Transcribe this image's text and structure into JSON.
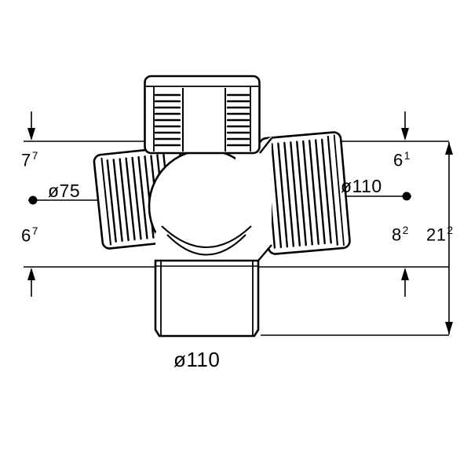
{
  "colors": {
    "line": "#000000",
    "background": "#ffffff"
  },
  "dimensions": {
    "top_left": {
      "value": "7",
      "sup": "7"
    },
    "left_diameter": "ø75",
    "bottom_left": {
      "value": "6",
      "sup": "7"
    },
    "top_right": {
      "value": "6",
      "sup": "1"
    },
    "right_diameter": "ø110",
    "bottom_right": {
      "value": "8",
      "sup": "2"
    },
    "overall_height": {
      "value": "21",
      "sup": "2"
    },
    "bottom_diameter": "ø110"
  }
}
